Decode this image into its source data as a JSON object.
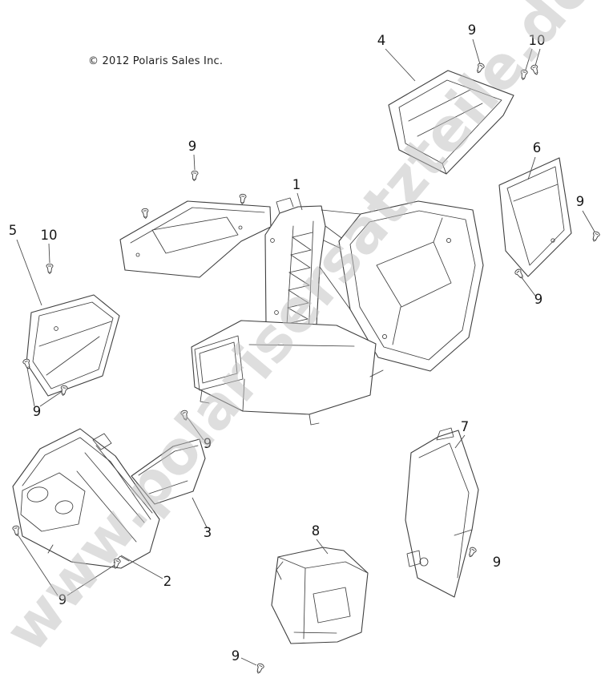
{
  "page": {
    "copyright": "© 2012 Polaris Sales Inc.",
    "watermark": "www.polarisersatzteile.de",
    "background_color": "#ffffff",
    "line_color": "#3f3f3f",
    "watermark_color": "#bfbfbf"
  },
  "callouts": {
    "front_body_assembly": "1",
    "left_side_panel": "2",
    "left_trim_panel": "3",
    "top_rear_panel": "4",
    "upper_left_panel": "5",
    "right_side_trim": "6",
    "lower_right_panel": "7",
    "bottom_center_panel": "8",
    "screw": "9",
    "rivet": "10"
  }
}
